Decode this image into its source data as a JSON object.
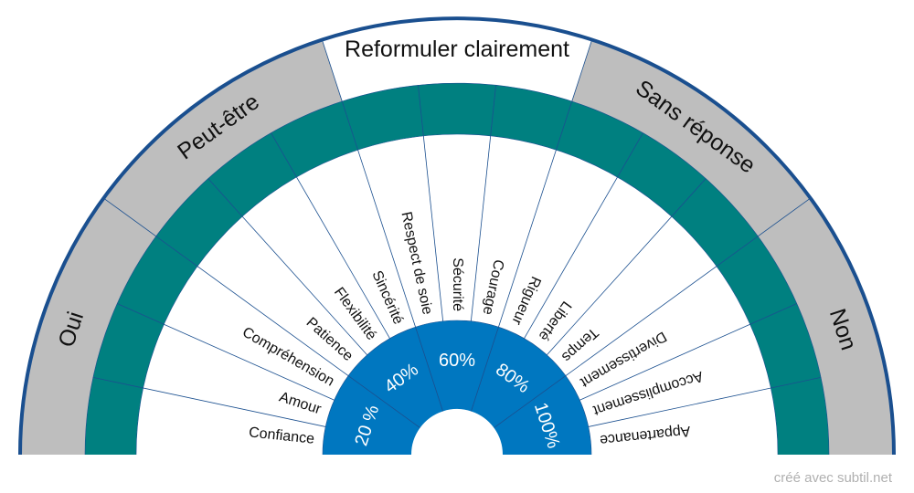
{
  "diagram": {
    "values": [
      "Confiance",
      "Amour",
      "Compréhension",
      "Patience",
      "Flexibilité",
      "Sincérité",
      "Respect de soie",
      "Sécurité",
      "Courage",
      "Rigueur",
      "Liberté",
      "Temps",
      "Divertissement",
      "Accomplissement",
      "Appartenance"
    ],
    "answers": [
      {
        "label": "Oui",
        "color": "#bebebe"
      },
      {
        "label": "Peut-être",
        "color": "#bebebe"
      },
      {
        "label": "Reformuler clairement",
        "color": "#ffffff",
        "text_color": "#2e8ae6"
      },
      {
        "label": "Sans réponse",
        "color": "#bebebe"
      },
      {
        "label": "Non",
        "color": "#bebebe"
      }
    ],
    "percent_labels": [
      "20 %",
      "40%",
      "60%",
      "80%",
      "100%"
    ],
    "colors": {
      "outer_band": "#bebebe",
      "teal_band": "#008080",
      "value_band": "#ffffff",
      "inner_band": "#0077c0",
      "lines": "#1a4f8f"
    }
  },
  "footer": {
    "credit": "créé avec subtil.net"
  }
}
